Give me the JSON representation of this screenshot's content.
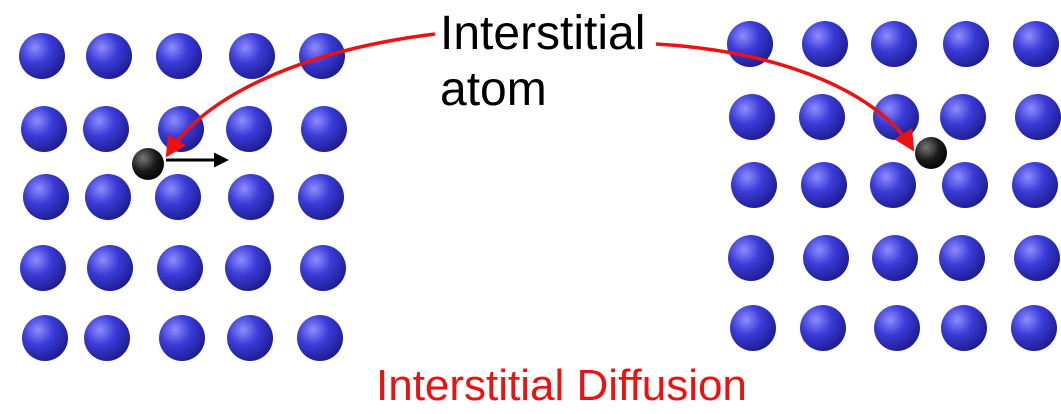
{
  "label": {
    "line1": "Interstitial",
    "line2": "atom"
  },
  "caption": "Interstitial Diffusion",
  "colors": {
    "host_atom": "#3b3bd8",
    "host_atom_highlight": "#8d8dff",
    "host_atom_shadow": "#1a1a8a",
    "interstitial_atom": "#1a1a1a",
    "pointer_arrow": "#ee1111",
    "motion_arrow": "#000000",
    "caption": "#ee1111"
  },
  "lattices": [
    {
      "name": "before-jump",
      "rows": 5,
      "cols": 5
    },
    {
      "name": "after-jump",
      "rows": 5,
      "cols": 5
    }
  ],
  "icons": [
    "host-atom-icon",
    "interstitial-atom-icon",
    "motion-arrow-icon",
    "pointer-arrow-icon"
  ]
}
